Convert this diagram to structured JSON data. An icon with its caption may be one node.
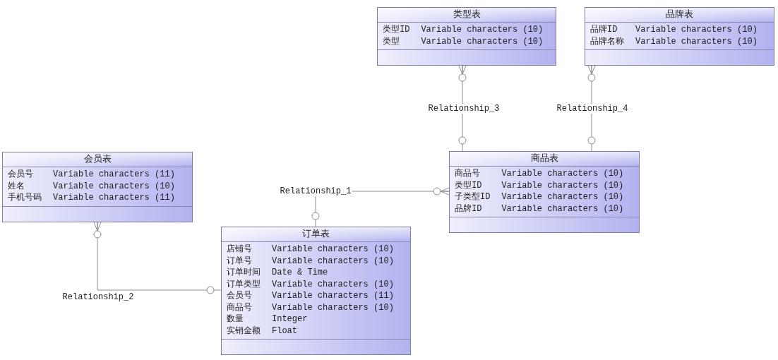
{
  "diagram": {
    "nodes": [
      {
        "text": [
          "类型表",
          "类型ID",
          "Variable characters (10)",
          "类型",
          "Variable characters (10)"
        ]
      },
      {
        "text": [
          "品牌表",
          "品牌ID",
          "Variable characters (10)",
          "品牌名称",
          "Variable characters (10)"
        ]
      },
      {
        "text": [
          "会员表",
          "会员号",
          "Variable characters (11)",
          "姓名",
          "Variable characters (10)",
          "手机号码",
          "Variable characters (11)"
        ]
      },
      {
        "text": [
          "商品表",
          "商品号",
          "Variable characters (10)",
          "类型ID",
          "Variable characters (10)",
          "子类型ID",
          "Variable characters (10)",
          "品牌ID",
          "Variable characters (10)"
        ]
      },
      {
        "text": [
          "订单表",
          "店铺号",
          "Variable characters (10)",
          "订单号",
          "Variable characters (10)",
          "订单时间",
          "Date & Time",
          "订单类型",
          "Variable characters (10)",
          "会员号",
          "Variable characters (11)",
          "商品号",
          "Variable characters (10)",
          "数量",
          "Integer",
          "实销金额",
          "Float"
        ]
      }
    ],
    "edges": [
      {
        "from": 4,
        "to": 3,
        "arrow": "other",
        "label": "Relationship_1"
      },
      {
        "from": 4,
        "to": 2,
        "arrow": "other",
        "label": "Relationship_2"
      },
      {
        "from": 3,
        "to": 0,
        "arrow": "other",
        "label": "Relationship_3"
      },
      {
        "from": 3,
        "to": 1,
        "arrow": "other",
        "label": "Relationship_4"
      }
    ]
  }
}
